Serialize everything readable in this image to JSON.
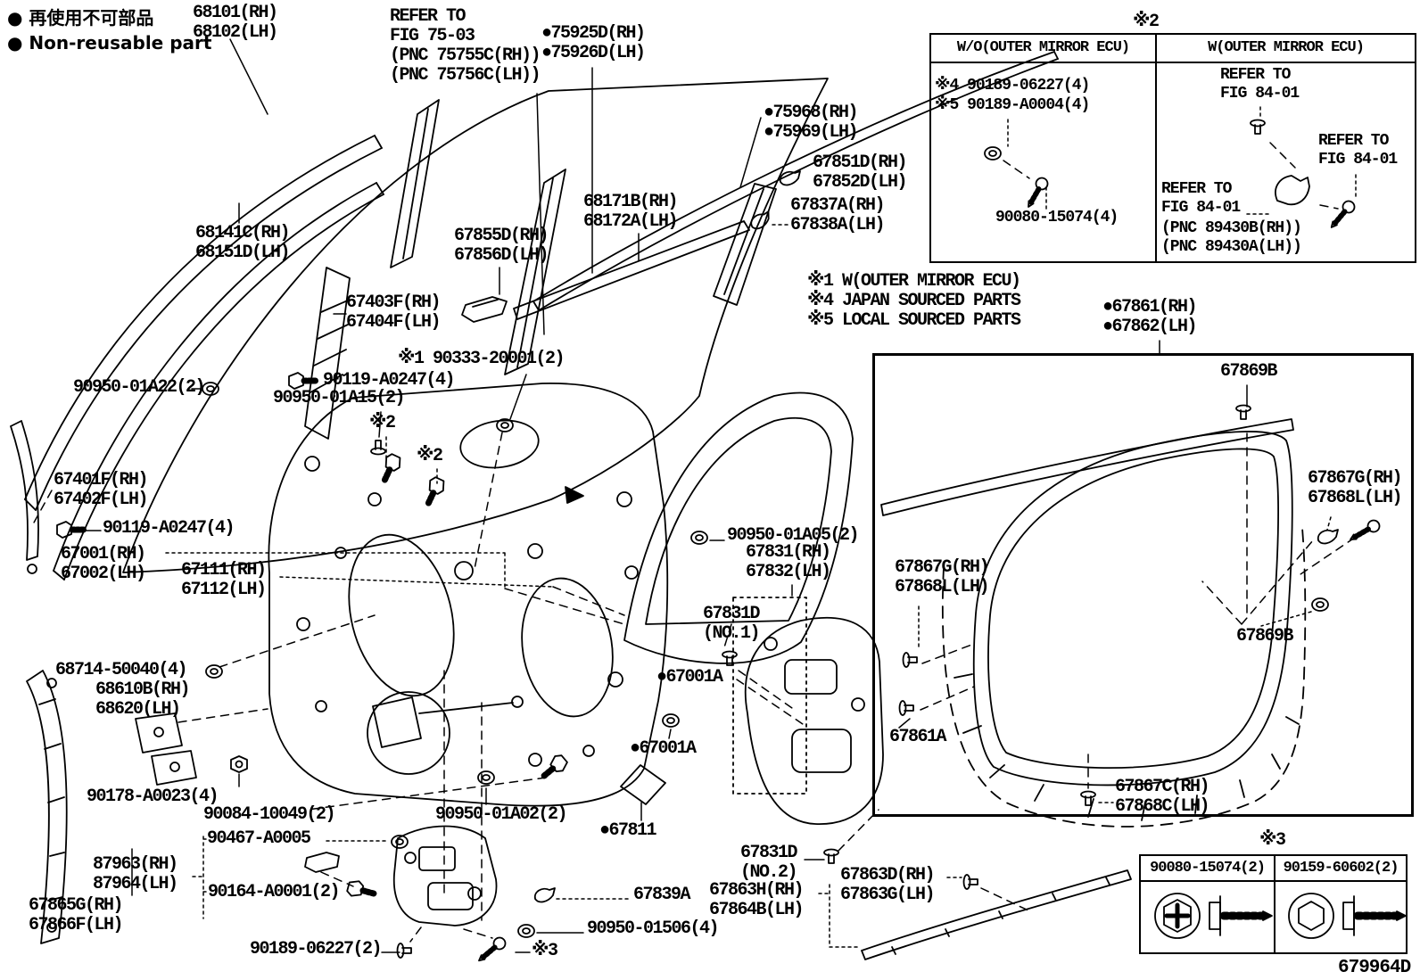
{
  "page": {
    "background": "#ffffff",
    "ink": "#000000",
    "doc_code": "679964D"
  },
  "legend": {
    "lines": [
      "● 再使用不可部品",
      "● Non-reusable part"
    ]
  },
  "notes": {
    "lines": [
      "※1 W(OUTER MIRROR ECU)",
      "※4 JAPAN SOURCED PARTS",
      "※5 LOCAL SOURCED PARTS"
    ]
  },
  "mirror_table": {
    "mark": "※2",
    "headers": [
      "W/O(OUTER MIRROR ECU)",
      "W(OUTER MIRROR ECU)"
    ],
    "left": {
      "items": [
        "※4 90189-06227(4)",
        "※5 90189-A0004(4)"
      ],
      "part": "90080-15074(4)",
      "icons": [
        "grommet-icon",
        "screw-icon"
      ]
    },
    "right": {
      "refs": [
        [
          "REFER TO",
          "FIG 84-01"
        ],
        [
          "REFER TO",
          "FIG 84-01"
        ],
        [
          "REFER TO",
          "FIG 84-01"
        ]
      ],
      "pnc": [
        "(PNC 89430B(RH))",
        "(PNC 89430A(LH))"
      ],
      "icons": [
        "clip-icon",
        "mirror-actuator-icon",
        "screw-icon"
      ]
    }
  },
  "screw_table": {
    "mark": "※3",
    "columns": [
      "90080-15074(2)",
      "90159-60602(2)"
    ],
    "icons": [
      "phillips-pan-head-screw-icon",
      "hex-washer-head-screw-icon"
    ]
  },
  "labels": {
    "p68101": {
      "lines": [
        "68101(RH)",
        "68102(LH)"
      ]
    },
    "ref7503": {
      "lines": [
        "REFER TO",
        "FIG 75-03",
        "(PNC 75755C(RH))",
        "(PNC 75756C(LH))"
      ]
    },
    "p75925d": {
      "lines": [
        "●75925D(RH)",
        "●75926D(LH)"
      ]
    },
    "p75968": {
      "lines": [
        "●75968(RH)",
        "●75969(LH)"
      ]
    },
    "p67851d": {
      "lines": [
        "67851D(RH)",
        "67852D(LH)"
      ]
    },
    "p67837a": {
      "lines": [
        "67837A(RH)",
        "67838A(LH)"
      ]
    },
    "p68171b": {
      "lines": [
        "68171B(RH)",
        "68172A(LH)"
      ]
    },
    "p67855d": {
      "lines": [
        "67855D(RH)",
        "67856D(LH)"
      ]
    },
    "p68141c": {
      "lines": [
        "68141C(RH)",
        "68151D(LH)"
      ]
    },
    "p67403f": {
      "lines": [
        "67403F(RH)",
        "67404F(LH)"
      ]
    },
    "p90333": {
      "lines": [
        "※1 90333-20001(2)"
      ]
    },
    "p90119a": {
      "lines": [
        "90119-A0247(4)"
      ]
    },
    "p90950a22": {
      "lines": [
        "90950-01A22(2)"
      ]
    },
    "p90950a15": {
      "lines": [
        "90950-01A15(2)"
      ]
    },
    "mx2a": {
      "lines": [
        "※2"
      ]
    },
    "mx2b": {
      "lines": [
        "※2"
      ]
    },
    "p67401f": {
      "lines": [
        "67401F(RH)",
        "67402F(LH)"
      ]
    },
    "p90119b": {
      "lines": [
        "90119-A0247(4)"
      ]
    },
    "p67001": {
      "lines": [
        "67001(RH)",
        "67002(LH)"
      ]
    },
    "p67111": {
      "lines": [
        "67111(RH)",
        "67112(LH)"
      ]
    },
    "p90950a05": {
      "lines": [
        "90950-01A05(2)"
      ]
    },
    "p67831": {
      "lines": [
        "67831(RH)",
        "67832(LH)"
      ]
    },
    "p67831d1": {
      "lines": [
        "67831D",
        "(NO.1)"
      ]
    },
    "p67001a1": {
      "lines": [
        "●67001A"
      ]
    },
    "p67001a2": {
      "lines": [
        "●67001A"
      ]
    },
    "p68714": {
      "lines": [
        "68714-50040(4)"
      ]
    },
    "p68610b": {
      "lines": [
        "68610B(RH)",
        "68620(LH)"
      ]
    },
    "p90178": {
      "lines": [
        "90178-A0023(4)"
      ]
    },
    "p90084": {
      "lines": [
        "90084-10049(2)"
      ]
    },
    "p90467": {
      "lines": [
        "90467-A0005"
      ]
    },
    "p87963": {
      "lines": [
        "87963(RH)",
        "87964(LH)"
      ]
    },
    "p90164": {
      "lines": [
        "90164-A0001(2)"
      ]
    },
    "p67865g": {
      "lines": [
        "67865G(RH)",
        "67866F(LH)"
      ]
    },
    "p90189b": {
      "lines": [
        "90189-06227(2)"
      ]
    },
    "p90950a02": {
      "lines": [
        "90950-01A02(2)"
      ]
    },
    "p67811": {
      "lines": [
        "●67811"
      ]
    },
    "p67839a": {
      "lines": [
        "67839A"
      ]
    },
    "p90950c": {
      "lines": [
        "90950-01506(4)"
      ]
    },
    "mx3a": {
      "lines": [
        "※3"
      ]
    },
    "p67831d2": {
      "lines": [
        "67831D",
        "(NO.2)"
      ]
    },
    "p67863h": {
      "lines": [
        "67863H(RH)",
        "67864B(LH)"
      ]
    },
    "p67863d": {
      "lines": [
        "67863D(RH)",
        "67863G(LH)"
      ]
    },
    "p67861": {
      "lines": [
        "●67861(RH)",
        "●67862(LH)"
      ]
    },
    "p67869b1": {
      "lines": [
        "67869B"
      ]
    },
    "p67867g1": {
      "lines": [
        "67867G(RH)",
        "67868L(LH)"
      ]
    },
    "p67867g2": {
      "lines": [
        "67867G(RH)",
        "67868L(LH)"
      ]
    },
    "p67869b2": {
      "lines": [
        "67869B"
      ]
    },
    "p67861a": {
      "lines": [
        "67861A"
      ]
    },
    "p67867c": {
      "lines": [
        "67867C(RH)",
        "67868C(LH)"
      ]
    }
  }
}
